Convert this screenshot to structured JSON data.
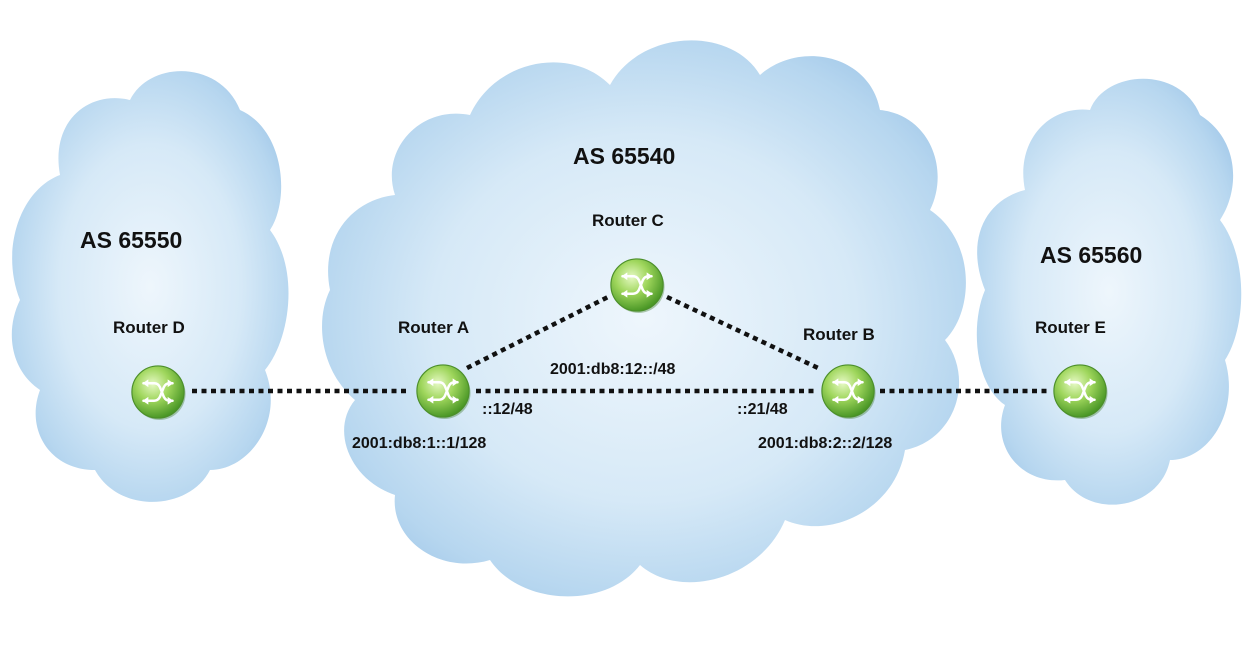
{
  "autonomous_systems": [
    {
      "id": "as-65550",
      "label": "AS 65550"
    },
    {
      "id": "as-65540",
      "label": "AS 65540"
    },
    {
      "id": "as-65560",
      "label": "AS 65560"
    }
  ],
  "routers": [
    {
      "id": "router-d",
      "label": "Router D"
    },
    {
      "id": "router-a",
      "label": "Router A"
    },
    {
      "id": "router-c",
      "label": "Router C"
    },
    {
      "id": "router-b",
      "label": "Router B"
    },
    {
      "id": "router-e",
      "label": "Router E"
    }
  ],
  "links": [
    {
      "from": "router-d",
      "to": "router-a"
    },
    {
      "from": "router-a",
      "to": "router-c"
    },
    {
      "from": "router-c",
      "to": "router-b"
    },
    {
      "from": "router-a",
      "to": "router-b"
    },
    {
      "from": "router-b",
      "to": "router-e"
    }
  ],
  "addresses": {
    "ab_subnet": "2001:db8:12::/48",
    "router_a_link": "::12/48",
    "router_b_link": "::21/48",
    "router_a_loopback": "2001:db8:1::1/128",
    "router_b_loopback": "2001:db8:2::2/128"
  },
  "colors": {
    "cloud_light": "#eef6fc",
    "cloud_mid": "#cfe4f5",
    "cloud_dark": "#9fc6e8",
    "router_light": "#d7f3a8",
    "router_mid": "#8fd14f",
    "router_dark": "#3f8f1f",
    "link": "#111111"
  },
  "icons": {
    "router": "router-cross-arrows-icon",
    "cloud": "cloud-shape"
  }
}
